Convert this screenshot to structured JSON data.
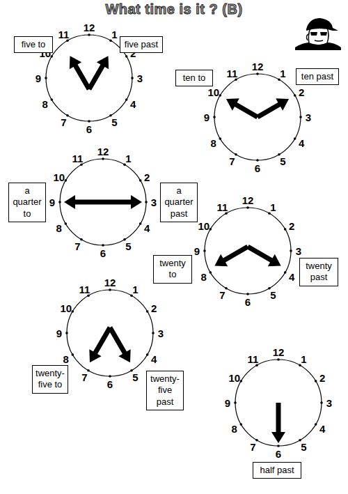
{
  "diagram": {
    "title": "What time is it ? (B)",
    "nodes": [
      {
        "text": [
          "five to"
        ]
      },
      {
        "text": [
          "five past"
        ]
      },
      {
        "text": [
          "ten to"
        ]
      },
      {
        "text": [
          "ten past"
        ]
      },
      {
        "text": [
          "a quarter to"
        ]
      },
      {
        "text": [
          "a quarter past"
        ]
      },
      {
        "text": [
          "twenty to"
        ]
      },
      {
        "text": [
          "twenty past"
        ]
      },
      {
        "text": [
          "twenty-five to"
        ]
      },
      {
        "text": [
          "twenty-five past"
        ]
      },
      {
        "text": [
          "half past"
        ]
      }
    ],
    "labels": [
      "12",
      "1",
      "2",
      "3",
      "4",
      "5",
      "6",
      "7",
      "8",
      "9",
      "10",
      "11",
      "12",
      "1",
      "2",
      "3",
      "4",
      "5",
      "6",
      "7",
      "8",
      "9",
      "10",
      "11",
      "12",
      "1",
      "2",
      "3",
      "4",
      "5",
      "6",
      "7",
      "8",
      "9",
      "10",
      "11",
      "12",
      "1",
      "2",
      "3",
      "4",
      "5",
      "6",
      "7",
      "8",
      "9",
      "10",
      "11",
      "12",
      "1",
      "2",
      "3",
      "4",
      "5",
      "6",
      "7",
      "8",
      "9",
      "10",
      "11",
      "12",
      "1",
      "2",
      "3",
      "4",
      "5",
      "6",
      "7",
      "8",
      "9",
      "10",
      "11"
    ]
  }
}
